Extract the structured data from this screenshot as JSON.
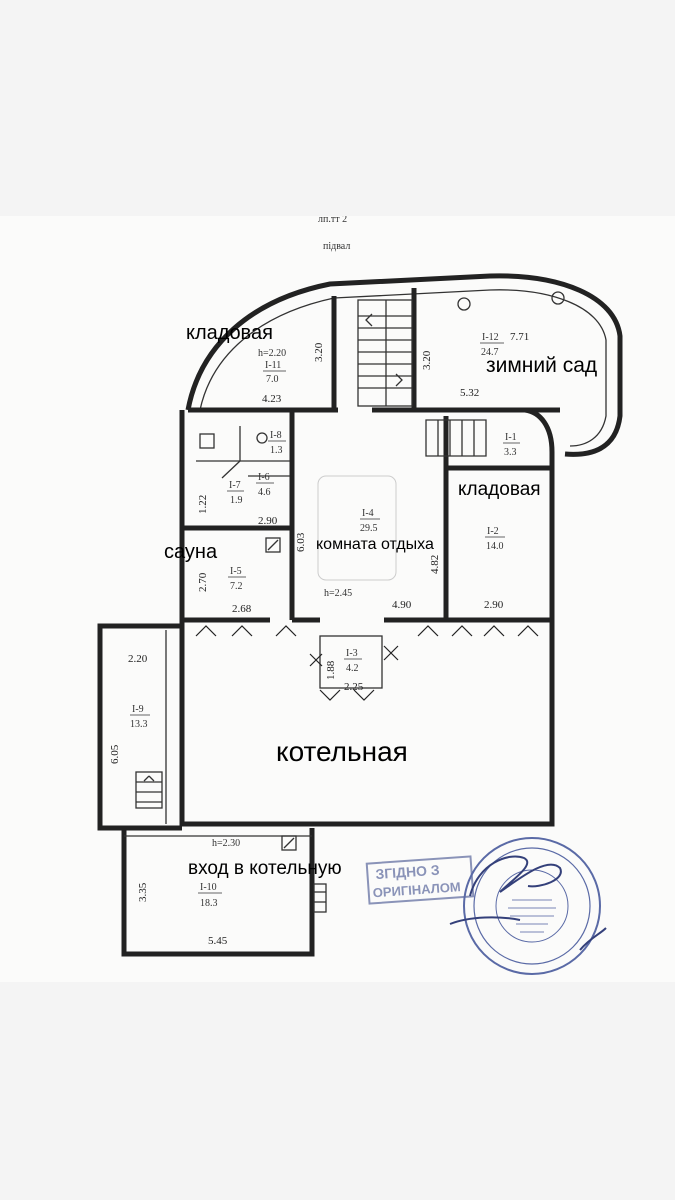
{
  "header": {
    "top_text": "лп.тт 2",
    "level": "підвал"
  },
  "rooms": [
    {
      "id": "I-11",
      "area": "7.0",
      "height": "h=2.20"
    },
    {
      "id": "I-12",
      "area": "24.7"
    },
    {
      "id": "I-1",
      "area": "3.3"
    },
    {
      "id": "I-8",
      "area": "1.3"
    },
    {
      "id": "I-7",
      "area": "1.9"
    },
    {
      "id": "I-6",
      "area": "4.6"
    },
    {
      "id": "I-4",
      "area": "29.5",
      "height": "h=2.45"
    },
    {
      "id": "I-2",
      "area": "14.0"
    },
    {
      "id": "I-5",
      "area": "7.2"
    },
    {
      "id": "I-3",
      "area": "4.2"
    },
    {
      "id": "I-9",
      "area": "13.3"
    },
    {
      "id": "I-10",
      "area": "18.3",
      "height": "h=2.30"
    }
  ],
  "dimensions": [
    "7.71",
    "3.20",
    "3.20",
    "4.23",
    "5.32",
    "1.22",
    "2.90",
    "6.03",
    "2.70",
    "2.68",
    "4.82",
    "4.90",
    "2.90",
    "2.20",
    "1.88",
    "2.25",
    "6.05",
    "3.35",
    "5.45"
  ],
  "annotations": {
    "storage_1": "кладовая",
    "winter_garden": "зимний сад",
    "storage_2": "кладовая",
    "sauna": "сауна",
    "lounge": "комната отдыха",
    "boiler_room": "котельная",
    "boiler_entrance": "вход в котельную"
  },
  "stamp": {
    "rect_text_1": "ЗГІДНО З",
    "rect_text_2": "ОРИГІНАЛОМ"
  }
}
